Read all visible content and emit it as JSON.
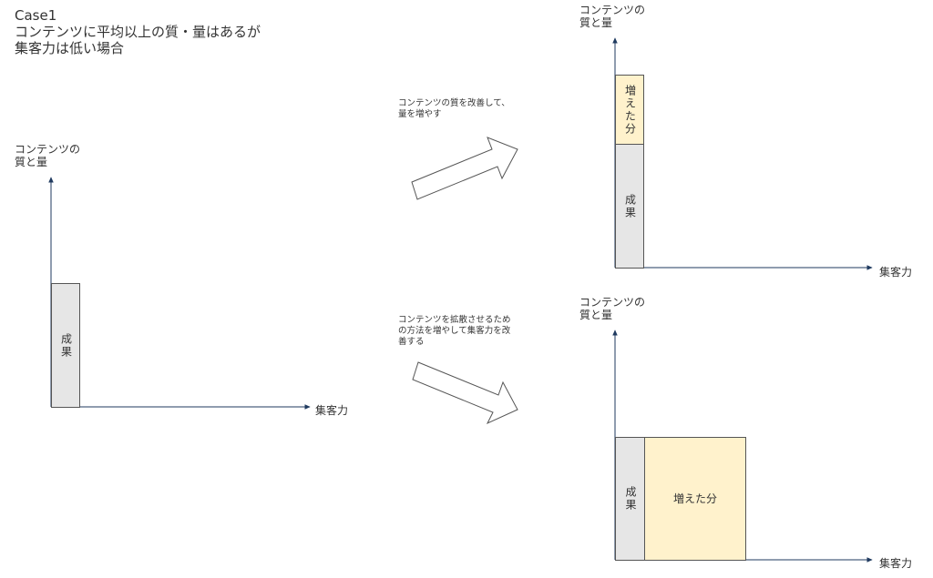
{
  "title": {
    "line1": "Case1",
    "line2": "コンテンツに平均以上の質・量はあるが",
    "line3": "集客力は低い場合"
  },
  "axes": {
    "y_label_line1": "コンテンツの",
    "y_label_line2": "質と量",
    "x_label": "集客力"
  },
  "boxes": {
    "result": "成果",
    "increase": "増えた分"
  },
  "notes": {
    "top_line1": "コンテンツの質を改善して、",
    "top_line2": "量を増やす",
    "bottom_line1": "コンテンツを拡散させるため",
    "bottom_line2": "の方法を増やして集客力を改",
    "bottom_line3": "善する"
  },
  "colors": {
    "result_fill": "#e6e6e6",
    "increase_fill": "#fff2cc",
    "axis": "#1f3a5f"
  }
}
